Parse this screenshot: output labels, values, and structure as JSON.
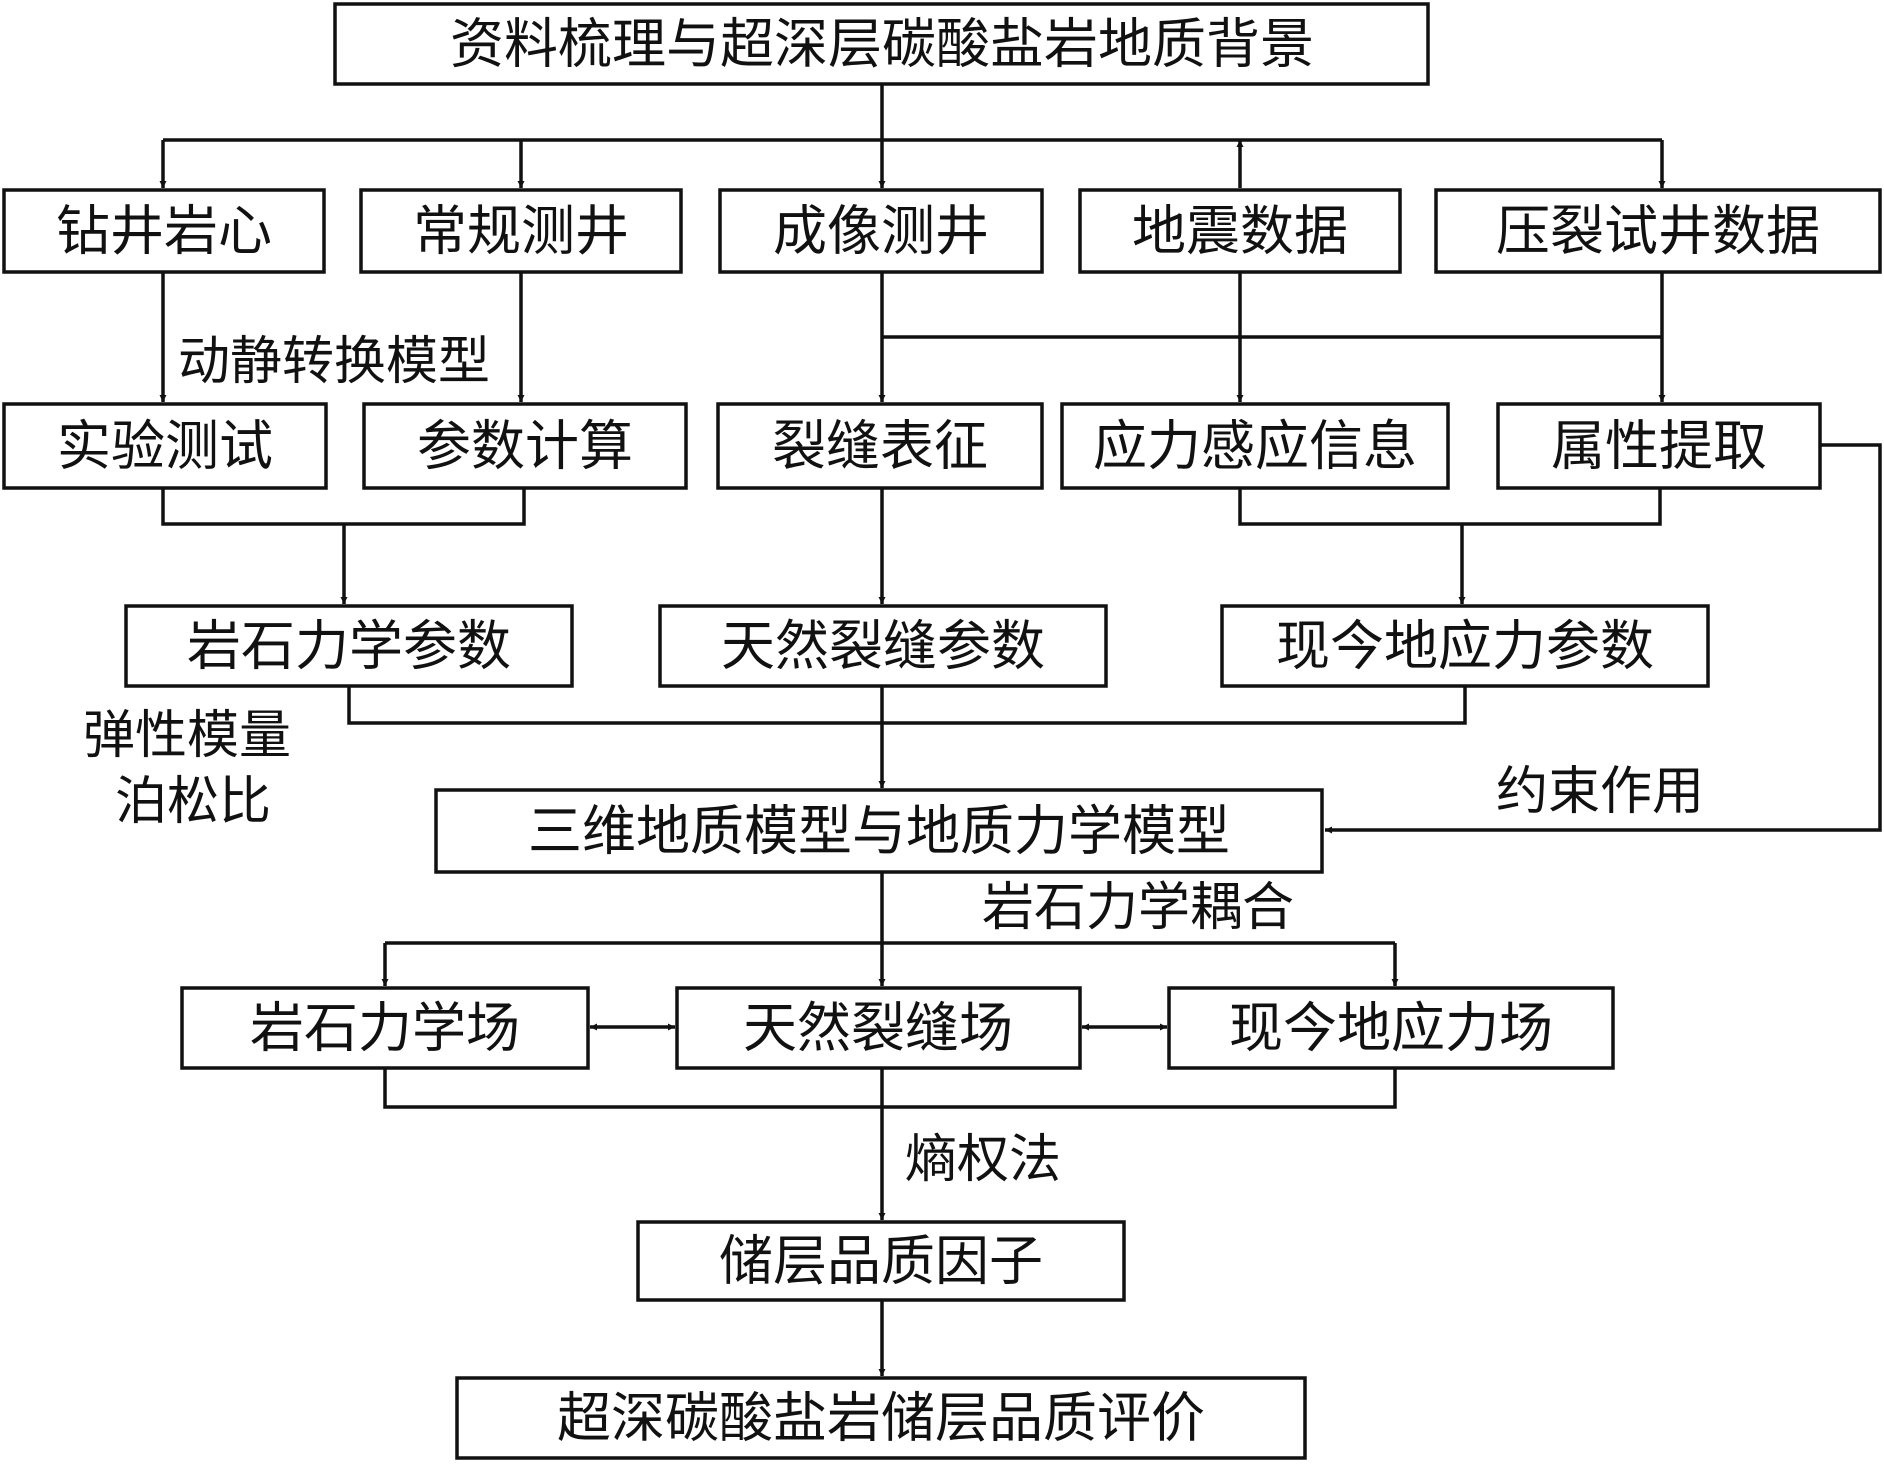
{
  "diagram": {
    "nodes": {
      "background": "资料梳理与超深层碳酸盐岩地质背景",
      "core": "钻井岩心",
      "conventional_log": "常规测井",
      "imaging_log": "成像测井",
      "seismic": "地震数据",
      "frac_test": "压裂试井数据",
      "lab_test": "实验测试",
      "param_calc": "参数计算",
      "fracture_char": "裂缝表征",
      "stress_info": "应力感应信息",
      "attr_extract": "属性提取",
      "rock_mech_params": "岩石力学参数",
      "nat_frac_params": "天然裂缝参数",
      "stress_params": "现今地应力参数",
      "model_3d": "三维地质模型与地质力学模型",
      "rock_field": "岩石力学场",
      "frac_field": "天然裂缝场",
      "stress_field": "现今地应力场",
      "quality_factor": "储层品质因子",
      "evaluation": "超深碳酸盐岩储层品质评价"
    },
    "labels": {
      "dynamic_static": "动静转换模型",
      "elastic_modulus": "弹性模量",
      "poisson_ratio": "泊松比",
      "constraint": "约束作用",
      "coupling": "岩石力学耦合",
      "entropy": "熵权法"
    }
  }
}
